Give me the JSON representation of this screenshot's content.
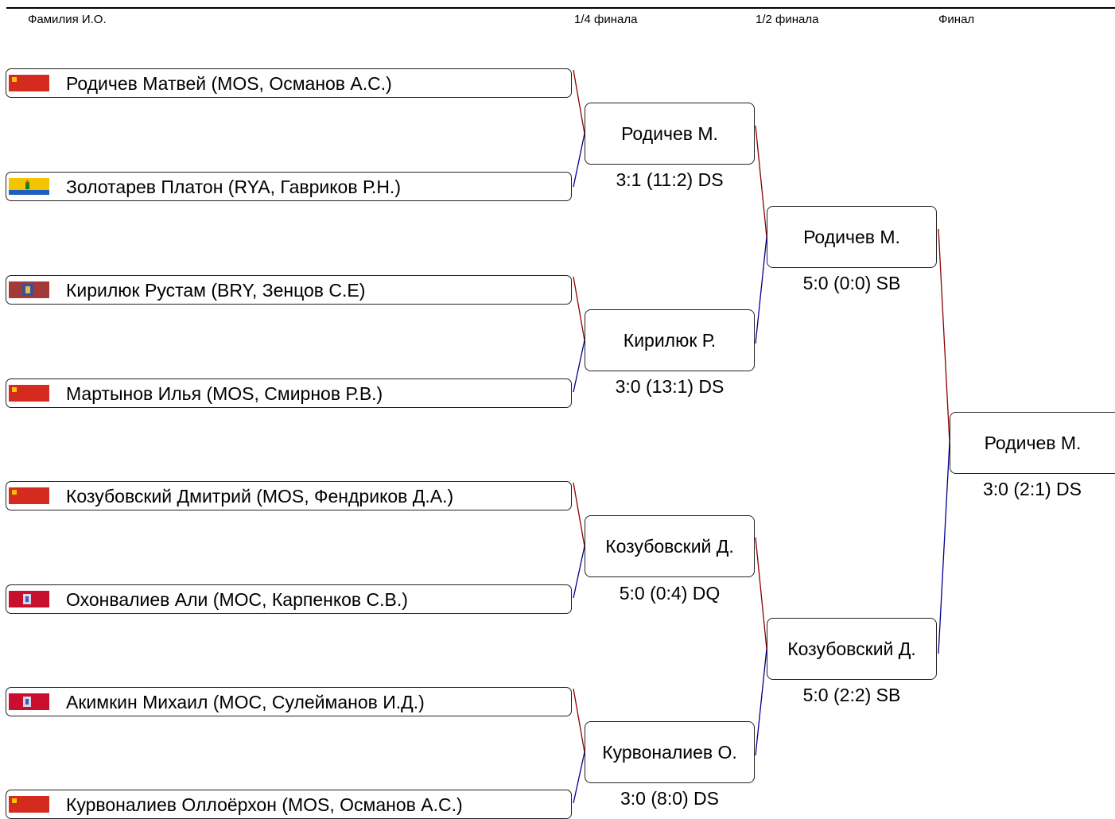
{
  "headers": {
    "name": "Фамилия И.О.",
    "r1": "1/4 финала",
    "r2": "1/2 финала",
    "r3": "Финал"
  },
  "players": [
    {
      "name": "Родичев Матвей (MOS, Османов А.С.)",
      "flag_icon": "moscow-oblast-flag-icon",
      "flag_color": "#d52b1e"
    },
    {
      "name": "Золотарев Платон (RYA, Гавриков Р.Н.)",
      "flag_icon": "ryazan-flag-icon",
      "flag_color": "#f2c500"
    },
    {
      "name": "Кирилюк Рустам (BRY, Зенцов С.Е)",
      "flag_icon": "bryansk-flag-icon",
      "flag_color": "#a33a3a"
    },
    {
      "name": "Мартынов Илья (MOS, Смирнов Р.В.)",
      "flag_icon": "moscow-oblast-flag-icon",
      "flag_color": "#d52b1e"
    },
    {
      "name": "Козубовский Дмитрий (MOS, Фендриков Д.А.)",
      "flag_icon": "moscow-oblast-flag-icon",
      "flag_color": "#d52b1e"
    },
    {
      "name": "Охонвалиев Али (MOC, Карпенков С.В.)",
      "flag_icon": "moscow-city-flag-icon",
      "flag_color": "#c8102e"
    },
    {
      "name": "Акимкин Михаил (MOC, Сулейманов И.Д.)",
      "flag_icon": "moscow-city-flag-icon",
      "flag_color": "#c8102e"
    },
    {
      "name": "Курвоналиев Оллоёрхон (MOS, Османов А.С.)",
      "flag_icon": "moscow-oblast-flag-icon",
      "flag_color": "#d52b1e"
    }
  ],
  "quarterfinals": [
    {
      "winner": "Родичев М.",
      "score": "3:1 (11:2) DS"
    },
    {
      "winner": "Кирилюк Р.",
      "score": "3:0 (13:1) DS"
    },
    {
      "winner": "Козубовский Д.",
      "score": "5:0 (0:4) DQ"
    },
    {
      "winner": "Курвоналиев О.",
      "score": "3:0 (8:0) DS"
    }
  ],
  "semifinals": [
    {
      "winner": "Родичев М.",
      "score": "5:0 (0:0) SB"
    },
    {
      "winner": "Козубовский Д.",
      "score": "5:0 (2:2) SB"
    }
  ],
  "final": {
    "winner": "Родичев М.",
    "score": "3:0 (2:1) DS"
  },
  "colors": {
    "upper_line": "#8b0000",
    "lower_line": "#00008b"
  }
}
